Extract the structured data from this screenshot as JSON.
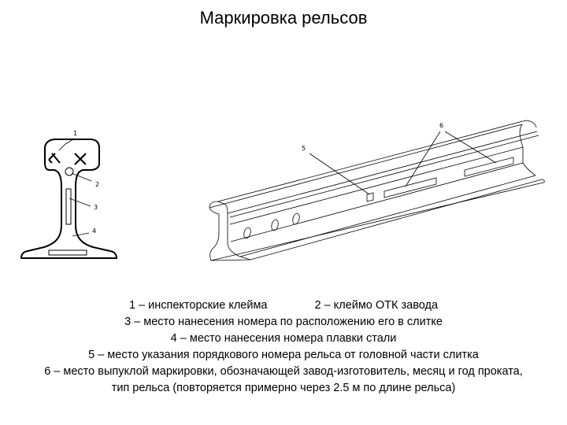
{
  "title": "Маркировка рельсов",
  "section_callouts": [
    "1",
    "2",
    "3",
    "4"
  ],
  "rail_callouts": [
    "5",
    "6"
  ],
  "legend": {
    "item1": "1 – инспекторские клейма",
    "item2": "2 – клеймо ОТК завода",
    "item3": "3 – место нанесения номера по расположению его в слитке",
    "item4": "4 – место нанесения номера плавки стали",
    "item5": "5 – место указания порядкового номера рельса от головной части слитка",
    "item6a": "6 – место выпуклой маркировки, обозначающей завод-изготовитель, месяц и год проката,",
    "item6b": "тип рельса (повторяется примерно через 2.5 м по длине рельса)"
  }
}
